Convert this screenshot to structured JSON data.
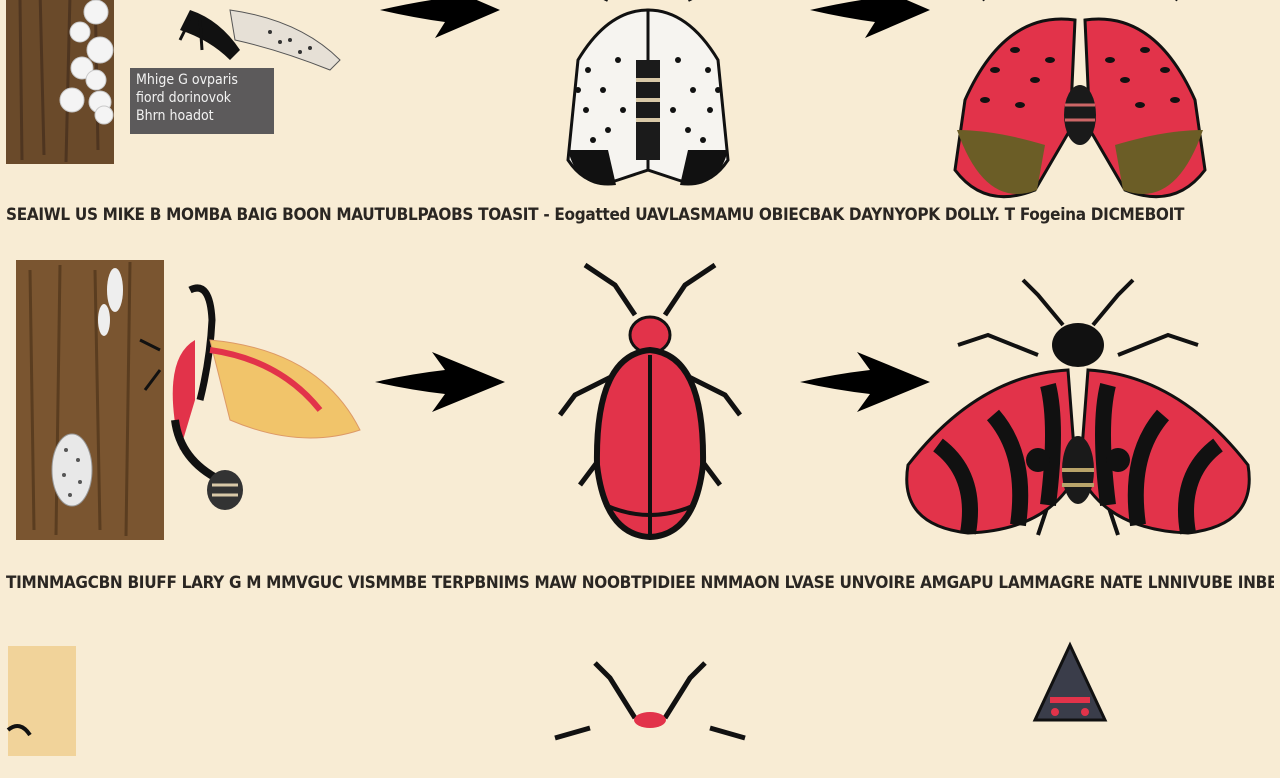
{
  "captions": {
    "row1": "SEAIWL US MIKE B MOMBA BAIG BOON MAUTUBLPAOBS TOASIT - Eogatted UAVLASMAMU OBIECBAK DAYNYOPK DOLLY. T Fogeina DICMEBOIT",
    "row2": "TIMNMAGCBN BIUFF LARY G M MMVGUC VISMMBE TERPBNIMS MAW NOOBTPIDIEE NMMAON LVASE UNVOIRE AMGAPU LAMMAGRE NATE LNNIVUBE INBE"
  },
  "label_box": {
    "line1": "Mhige G ovparis",
    "line2": "fiord dorinovok",
    "line3": "Bhrn hoadot"
  },
  "colors": {
    "background": "#f8ecd4",
    "bark": "#6a4a2a",
    "insect_red": "#e23a44",
    "insect_black": "#111111",
    "olive": "#6b5d26",
    "arrow": "#000000"
  }
}
